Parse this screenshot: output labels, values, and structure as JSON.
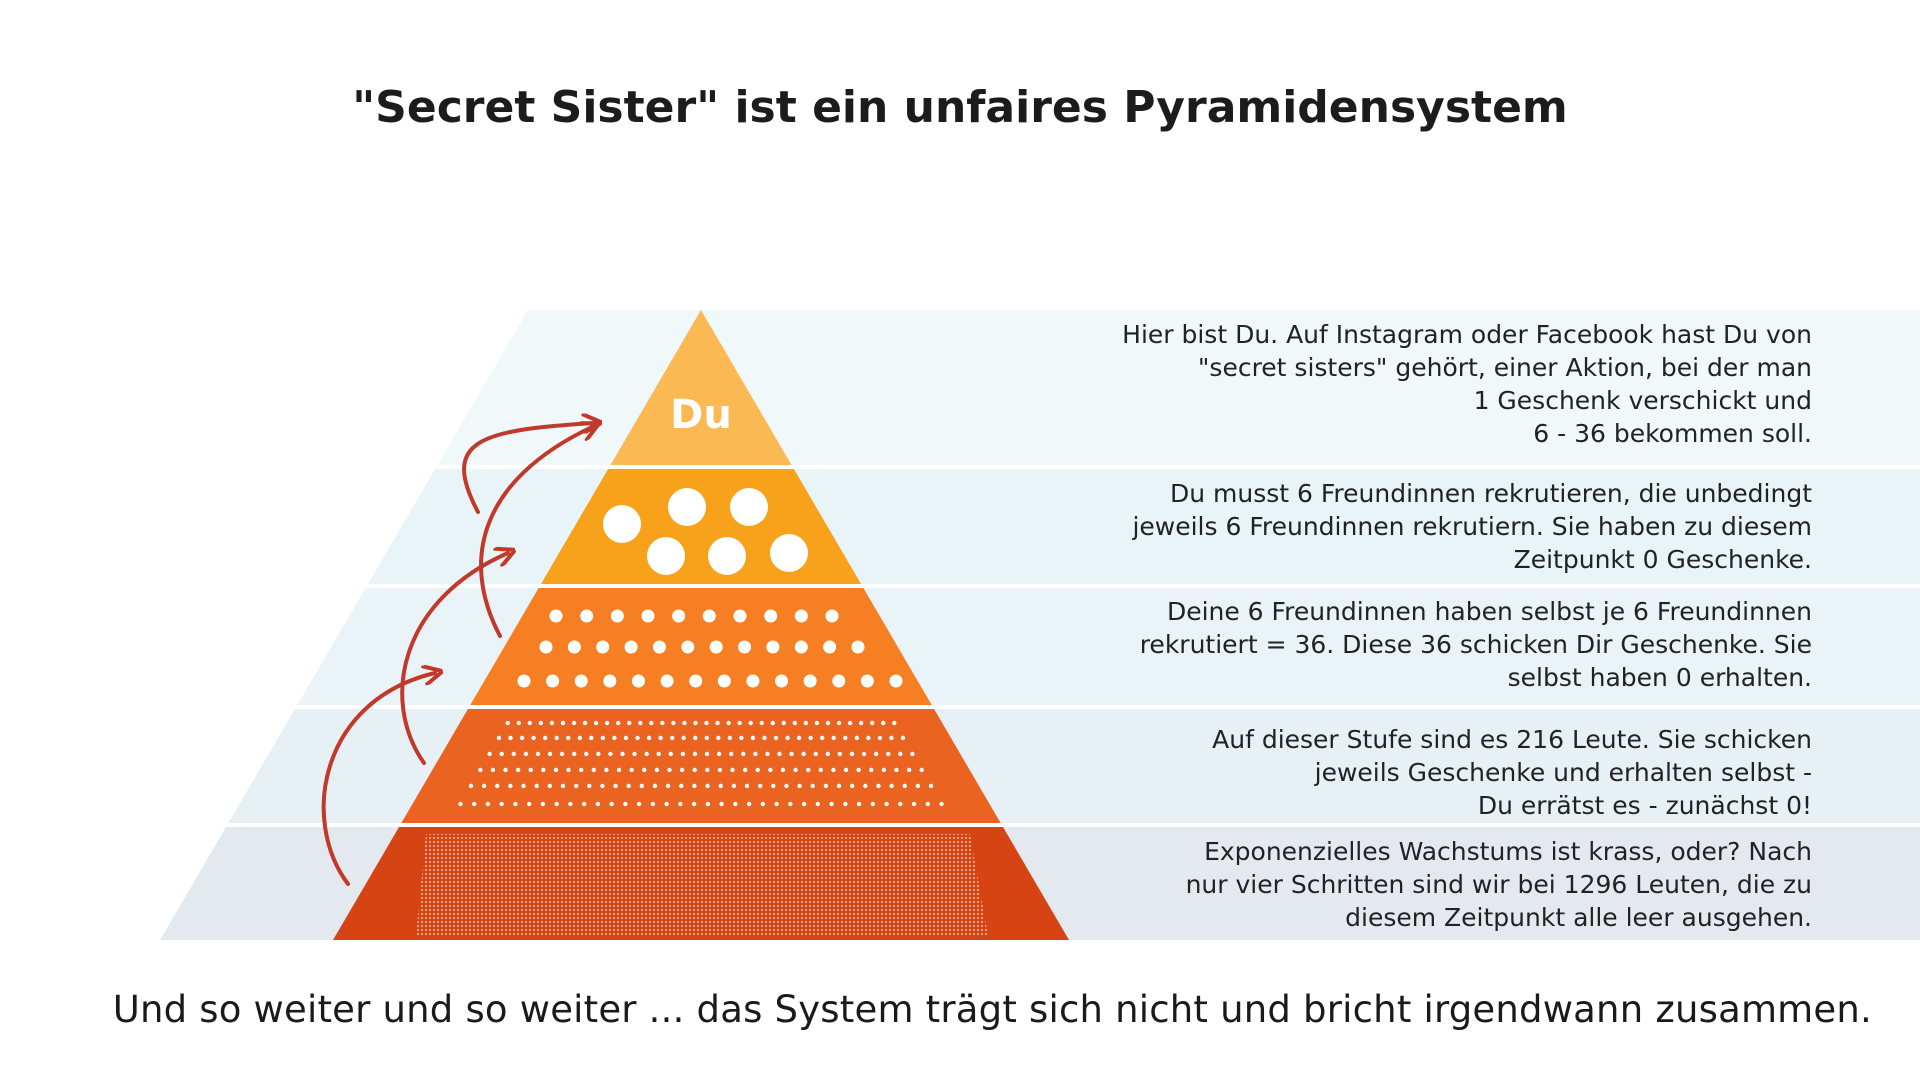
{
  "title": "\"Secret Sister\" ist ein unfaires Pyramidensystem",
  "levels": [
    {
      "label": "Du",
      "people": 1,
      "color": "#fbb954",
      "band_color": "#f1f8fa",
      "text": "Hier bist Du. Auf Instagram oder Facebook hast Du von\n\"secret sisters\" gehört, einer Aktion, bei der man\n1 Geschenk verschickt und\n6 - 36 bekommen soll."
    },
    {
      "people": 6,
      "color": "#f8a11a",
      "band_color": "#e8f4f7",
      "text": "Du musst 6 Freundinnen rekrutieren, die unbedingt\njeweils 6 Freundinnen rekrutiern. Sie haben zu diesem\nZeitpunkt 0 Geschenke."
    },
    {
      "people": 36,
      "color": "#f67f23",
      "band_color": "#eaf3f7",
      "text": "Deine 6 Freundinnen haben selbst je 6 Freundinnen\nrekrutiert = 36. Diese 36 schicken Dir Geschenke. Sie\nselbst haben 0 erhalten."
    },
    {
      "people": 216,
      "color": "#ea6321",
      "band_color": "#e7f0f5",
      "text": "Auf dieser Stufe sind es 216 Leute. Sie schicken\njeweils Geschenke und erhalten selbst -\nDu errätst es - zunächst 0!"
    },
    {
      "people": 1296,
      "color": "#d64413",
      "band_color": "#e4e9f0",
      "text": "Exponenzielles Wachstums ist krass, oder? Nach\nnur vier Schritten sind wir bei 1296 Leuten, die zu\ndiesem Zeitpunkt alle leer ausgehen."
    }
  ],
  "arrow_color": "#c0392b",
  "dot_color": "#ffffff",
  "footer": "Und so weiter und so weiter ... das System trägt sich nicht und bricht irgendwann zusammen."
}
